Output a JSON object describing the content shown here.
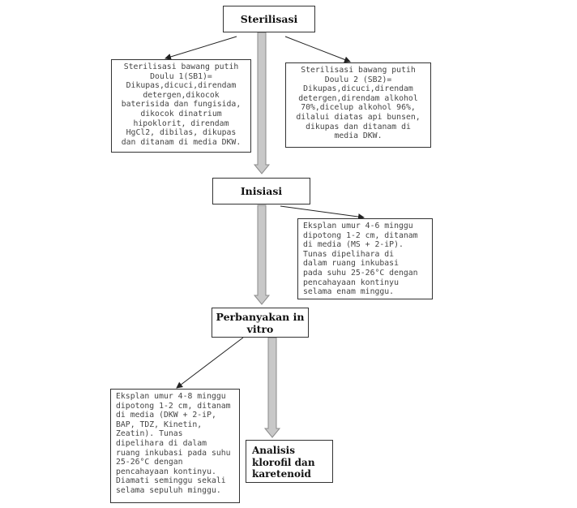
{
  "nodes": {
    "sterilisasi": "Sterilisasi",
    "sb1": "Sterilisasi bawang putih\nDoulu 1(SB1)=\nDikupas,dicuci,direndam\ndetergen,dikocok\nbaterisida dan fungisida,\ndikocok dinatrium\nhipoklorit, direndam\nHgCl2, dibilas, dikupas\ndan ditanam di media DKW.",
    "sb2": "Sterilisasi bawang putih\nDoulu 2 (SB2)=\nDikupas,dicuci,direndam\ndetergen,direndam alkohol\n70%,dicelup alkohol 96%,\ndilalui diatas api bunsen,\ndikupas dan ditanam di\nmedia DKW.",
    "inisiasi": "Inisiasi",
    "inisiasi_note": "Eksplan umur 4-6 minggu\ndipotong 1-2 cm, ditanam\ndi media (MS + 2-iP).\nTunas dipelihara di\ndalam ruang inkubasi\npada suhu 25-26°C dengan\npencahayaan kontinyu\nselama enam minggu.",
    "perbanyakan": "Perbanyakan in\nvitro",
    "perbanyakan_note": "Eksplan umur 4-8 minggu\ndipotong 1-2 cm, ditanam\ndi media (DKW + 2-iP,\nBAP, TDZ, Kinetin,\nZeatin). Tunas\ndipelihara di dalam\nruang inkubasi pada suhu\n25-26°C dengan\npencahayaan kontinyu.\nDiamati seminggu sekali\nselama sepuluh minggu.",
    "analisis": "Analisis\nklorofil dan\nkaretenoid"
  },
  "colors": {
    "border": "#333333",
    "thin_arrow": "#222222",
    "block_arrow_fill": "#c8c8c8",
    "block_arrow_stroke": "#8a8a8a"
  }
}
